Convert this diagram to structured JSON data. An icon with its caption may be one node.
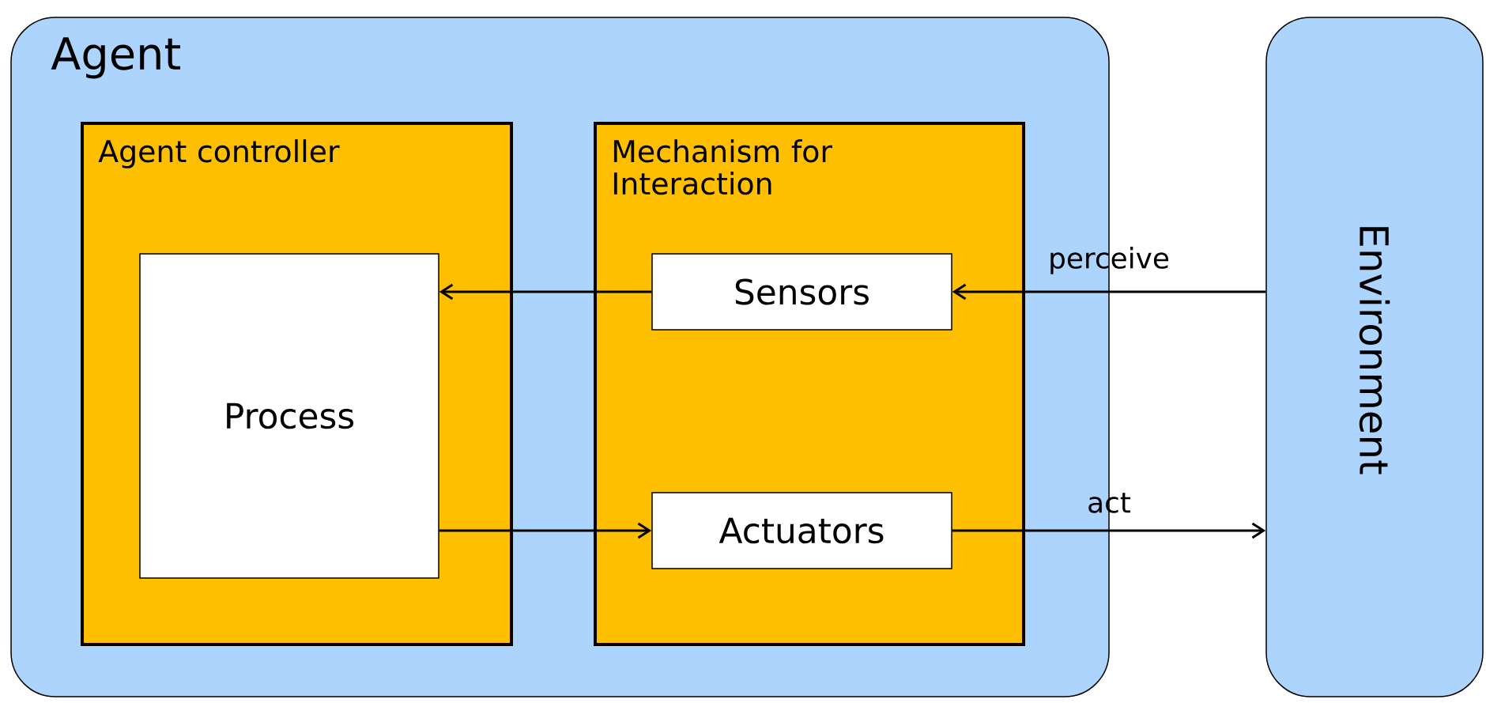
{
  "diagram": {
    "nodes": [
      {
        "text": [
          "Agent"
        ]
      },
      {
        "text": [
          "Agent controller"
        ],
        "in": 0
      },
      {
        "text": [
          "Process"
        ],
        "in": 1
      },
      {
        "text": [
          "Mechanism for Interaction"
        ],
        "in": 0
      },
      {
        "text": [
          "Sensors"
        ],
        "in": 3
      },
      {
        "text": [
          "Actuators"
        ],
        "in": 3
      },
      {
        "text": [
          "Environment"
        ]
      }
    ],
    "edges": [
      {
        "from": 6,
        "to": 4,
        "arrow": "to",
        "label": "perceive"
      },
      {
        "from": 4,
        "to": 2,
        "arrow": "to"
      },
      {
        "from": 2,
        "to": 5,
        "arrow": "to"
      },
      {
        "from": 5,
        "to": 6,
        "arrow": "to",
        "label": "act"
      }
    ]
  }
}
